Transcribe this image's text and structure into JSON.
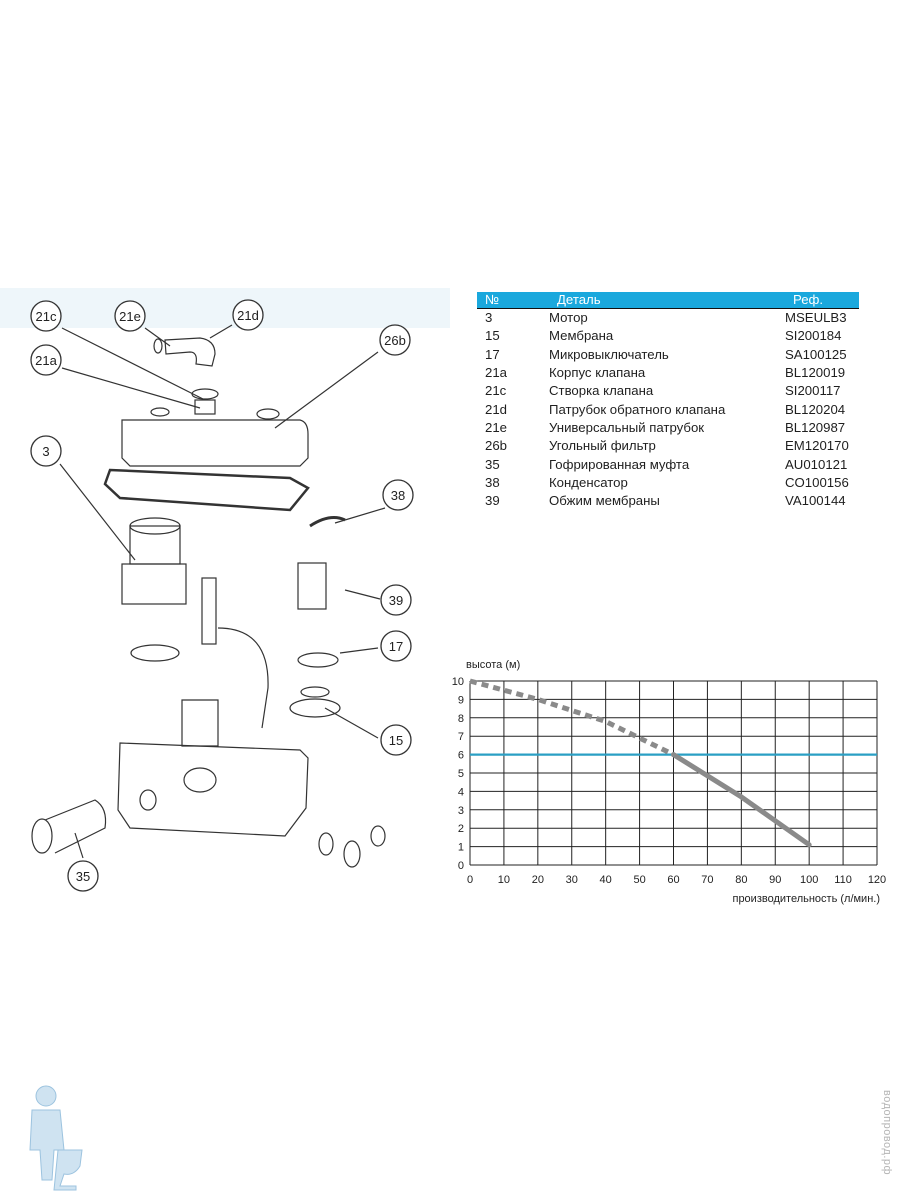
{
  "callouts": [
    "21c",
    "21e",
    "21d",
    "26b",
    "21a",
    "3",
    "38",
    "39",
    "17",
    "15",
    "35"
  ],
  "table": {
    "headers": {
      "no": "№",
      "part": "Деталь",
      "ref": "Реф."
    },
    "rows": [
      {
        "no": "3",
        "name": "Мотор",
        "ref": "MSEULB3"
      },
      {
        "no": "15",
        "name": "Мембрана",
        "ref": "SI200184"
      },
      {
        "no": "17",
        "name": "Микровыключатель",
        "ref": "SA100125"
      },
      {
        "no": "21a",
        "name": "Корпус клапана",
        "ref": "BL120019"
      },
      {
        "no": "21c",
        "name": "Створка клапана",
        "ref": "SI200117"
      },
      {
        "no": "21d",
        "name": "Патрубок обратного клапана",
        "ref": "BL120204"
      },
      {
        "no": "21e",
        "name": "Универсальный патрубок",
        "ref": "BL120987"
      },
      {
        "no": "26b",
        "name": "Угольный фильтр",
        "ref": "EM120170"
      },
      {
        "no": "35",
        "name": "Гофрированная муфта",
        "ref": "AU010121"
      },
      {
        "no": "38",
        "name": "Конденсатор",
        "ref": "CO100156"
      },
      {
        "no": "39",
        "name": "Обжим мембраны",
        "ref": "VA100144"
      }
    ]
  },
  "chart_data": {
    "type": "line",
    "ylabel": "высота (м)",
    "xlabel": "производительность (л/мин.)",
    "xlim": [
      0,
      120
    ],
    "ylim": [
      0,
      10
    ],
    "x_ticks": [
      "0",
      "10",
      "20",
      "30",
      "40",
      "50",
      "60",
      "70",
      "80",
      "90",
      "100",
      "110",
      "120"
    ],
    "y_ticks": [
      "0",
      "1",
      "2",
      "3",
      "4",
      "5",
      "6",
      "7",
      "8",
      "9",
      "10"
    ],
    "grid": true,
    "series": [
      {
        "style": "dashed",
        "color": "#8a8a8a",
        "x": [
          0,
          20,
          40,
          60
        ],
        "y": [
          10,
          9,
          7.8,
          6
        ]
      },
      {
        "style": "solid",
        "color": "#8a8a8a",
        "x": [
          60,
          80,
          100
        ],
        "y": [
          6,
          3.7,
          1.1
        ]
      }
    ],
    "reference_line": {
      "y": 6,
      "color": "#2a9fc4"
    }
  },
  "watermark": {
    "text": "водопровод.рф",
    "logo": "plumber-mascot-icon"
  },
  "colors": {
    "header_bg": "#1aa8dd",
    "accent": "#2a9fc4",
    "curve": "#8a8a8a"
  }
}
